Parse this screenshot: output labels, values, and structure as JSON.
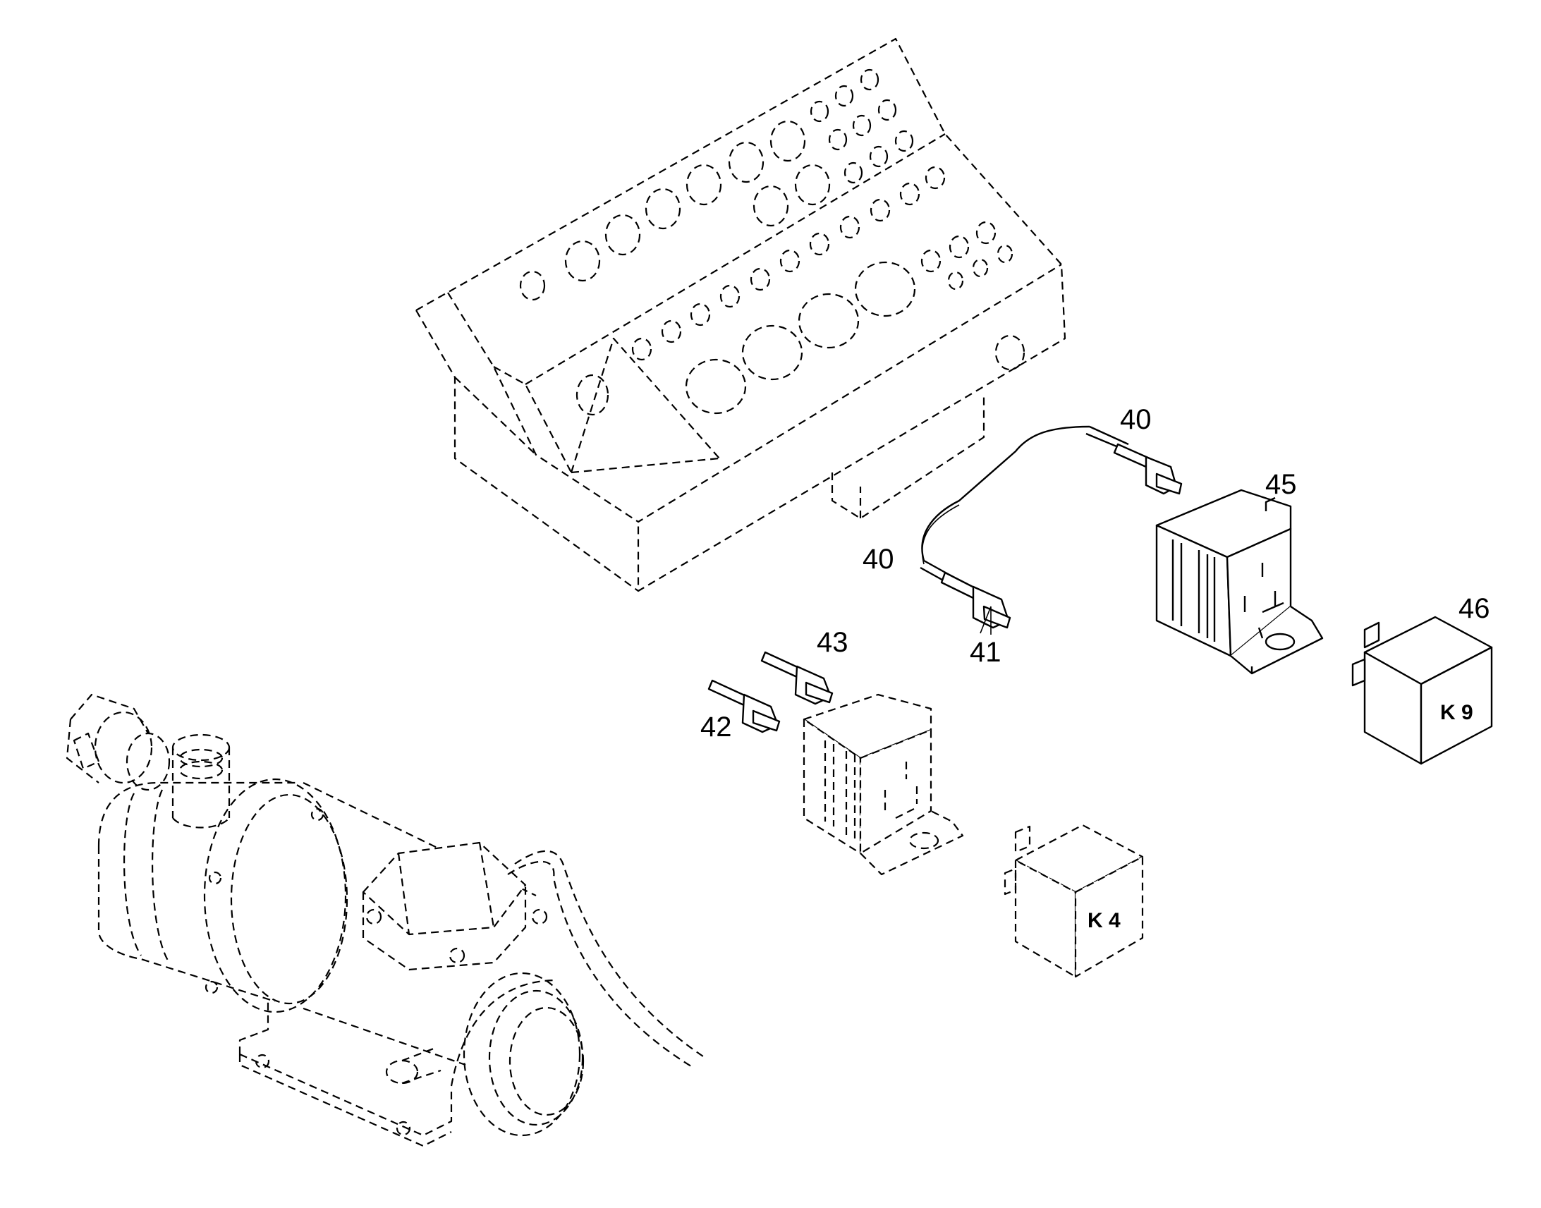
{
  "callouts": {
    "c40a": "40",
    "c40b": "40",
    "c41": "41",
    "c42": "42",
    "c43": "43",
    "c45": "45",
    "c46": "46"
  },
  "relays": {
    "k9": "K 9",
    "k4": "K 4"
  }
}
